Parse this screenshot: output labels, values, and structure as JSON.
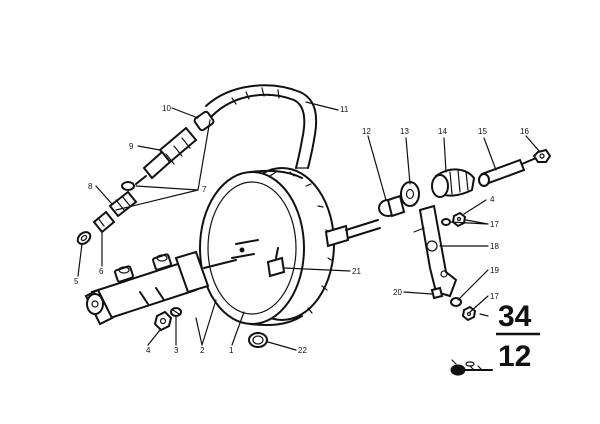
{
  "callouts": [
    "1",
    "2",
    "3",
    "4",
    "5",
    "6",
    "7",
    "8",
    "9",
    "10",
    "11",
    "12",
    "13",
    "14",
    "15",
    "16",
    "17",
    "18",
    "19",
    "20",
    "21",
    "22",
    "17"
  ],
  "section": {
    "top": "34",
    "bottom": "12"
  }
}
